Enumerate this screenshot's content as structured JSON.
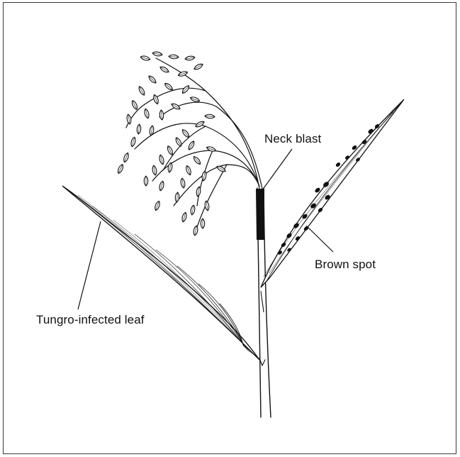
{
  "labels": {
    "neck_blast": "Neck blast",
    "brown_spot": "Brown spot",
    "tungro": "Tungro-infected leaf"
  },
  "colors": {
    "ink": "#111111",
    "border": "#3a3a3a",
    "background": "#ffffff"
  }
}
